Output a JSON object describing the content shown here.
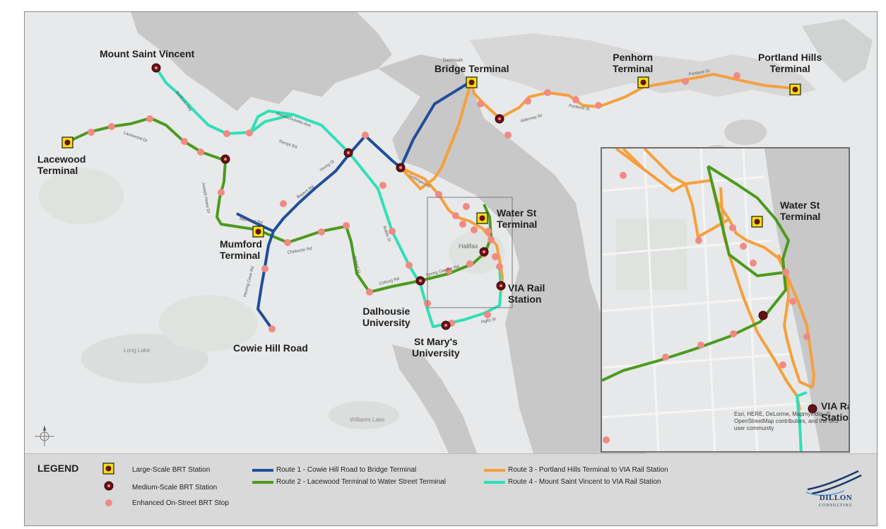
{
  "map": {
    "colors": {
      "route1": "#1f4e9a",
      "route2": "#4c9a1e",
      "route3": "#f5a03c",
      "route4": "#2fe0b6",
      "stop": "#f08a84",
      "medium_station": "#6b0f16",
      "large_station_fill": "#f5e10c",
      "water": "#c7c7c7",
      "land": "#e8e9ea"
    },
    "labels": {
      "mount_saint_vincent": "Mount Saint Vincent",
      "bridge_terminal": "Bridge Terminal",
      "penhorn_terminal": "Penhorn\nTerminal",
      "portland_hills_terminal": "Portland Hills\nTerminal",
      "lacewood_terminal": "Lacewood\nTerminal",
      "mumford_terminal": "Mumford\nTerminal",
      "water_st_terminal": "Water St\nTerminal",
      "via_rail_station": "VIA Rail\nStation",
      "dalhousie_university": "Dalhousie\nUniversity",
      "st_marys_university": "St Mary's\nUniversity",
      "cowie_hill_road": "Cowie Hill Road"
    },
    "streets": {
      "bedford_hwy": "Bedford Hwy",
      "massachusetts_ave": "Massachusetts Ave",
      "kempt_rd": "Kempt Rd",
      "lacewood_dr": "Lacewood Dr",
      "joseph_howe_dr": "Joseph Howe Dr",
      "young_st": "Young St",
      "bayers_rd": "Bayers Rd",
      "mumford_rd": "Mumford Rd",
      "chebucto_rd": "Chebucto Rd",
      "herring_cove_rd": "Herring Cove Rd",
      "oxford_st": "Oxford St",
      "coburg_rd": "Coburg Rd",
      "robie_st": "Robie St",
      "spring_garden_rd": "Spring Garden Rd",
      "inglis_st": "Inglis St",
      "gottingen_st": "Gottingen St",
      "alderney_dr": "Alderney Dr",
      "portland_st": "Portland St",
      "dartmouth": "Dartmouth",
      "halifax": "Halifax",
      "long_lake": "Long Lake",
      "williams_lake": "Williams Lake"
    },
    "inset": {
      "water_st_terminal": "Water St\nTerminal",
      "via_rail_station": "VIA Rail\nStation",
      "credit": "Esri, HERE, DeLorme, MapmyIndia, © OpenStreetMap contributors, and the GIS user community"
    }
  },
  "legend": {
    "title": "LEGEND",
    "items": {
      "large_station": "Large-Scale BRT Station",
      "medium_station": "Medium-Scale BRT Station",
      "stop": "Enhanced On-Street BRT Stop",
      "route1": "Route 1 - Cowie Hill Road to Bridge Terminal",
      "route2": "Route 2 - Lacewood Terminal to Water Street Terminal",
      "route3": "Route 3 - Portland Hills Terminal to VIA Rail Station",
      "route4": "Route 4 - Mount Saint Vincent to VIA Rail Station"
    },
    "logo": {
      "name": "DILLON",
      "sub": "CONSULTING"
    }
  }
}
